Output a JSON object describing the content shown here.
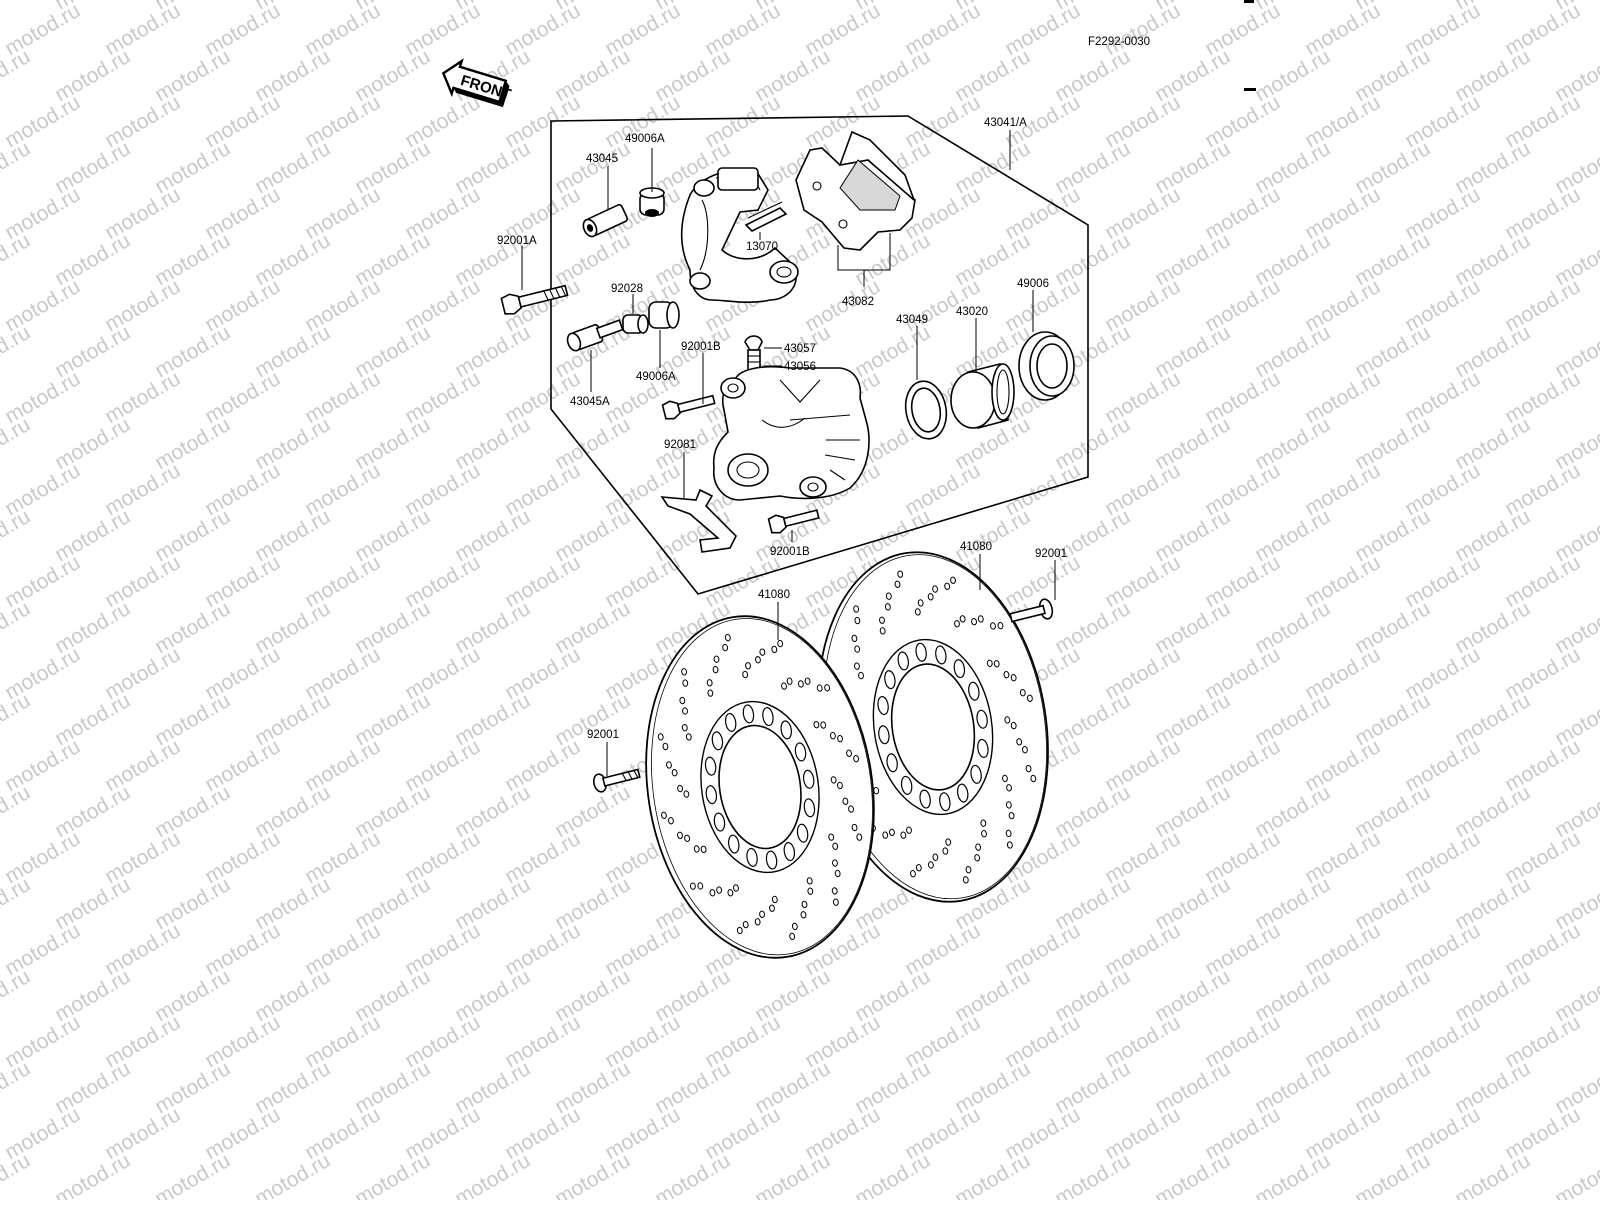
{
  "watermark": {
    "text": "motod.ru"
  },
  "figure_code": "F2292-0030",
  "front_arrow": {
    "label": "FRONT"
  },
  "labels": [
    {
      "id": "p-49006A-top",
      "text": "49006A"
    },
    {
      "id": "p-43045",
      "text": "43045"
    },
    {
      "id": "p-43041A",
      "text": "43041/A"
    },
    {
      "id": "p-92001A",
      "text": "92001A"
    },
    {
      "id": "p-13070",
      "text": "13070"
    },
    {
      "id": "p-92028",
      "text": "92028"
    },
    {
      "id": "p-43082",
      "text": "43082"
    },
    {
      "id": "p-49006",
      "text": "49006"
    },
    {
      "id": "p-43049",
      "text": "43049"
    },
    {
      "id": "p-43020",
      "text": "43020"
    },
    {
      "id": "p-92001B-top",
      "text": "92001B"
    },
    {
      "id": "p-43057",
      "text": "43057"
    },
    {
      "id": "p-43056",
      "text": "43056"
    },
    {
      "id": "p-49006A-bot",
      "text": "49006A"
    },
    {
      "id": "p-43045A",
      "text": "43045A"
    },
    {
      "id": "p-92081",
      "text": "92081"
    },
    {
      "id": "p-92001B-bot",
      "text": "92001B"
    },
    {
      "id": "p-41080-right",
      "text": "41080"
    },
    {
      "id": "p-92001-right",
      "text": "92001"
    },
    {
      "id": "p-41080-left",
      "text": "41080"
    },
    {
      "id": "p-92001-left",
      "text": "92001"
    }
  ]
}
